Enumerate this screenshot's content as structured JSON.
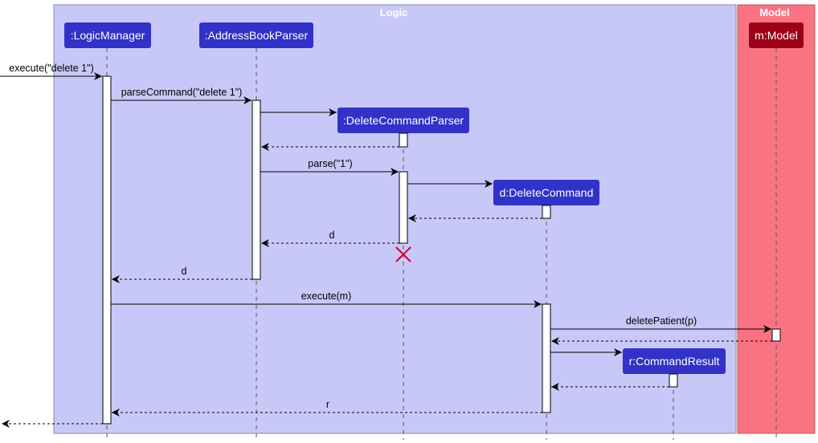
{
  "colors": {
    "logic_frame_fill": "#c8c8f8",
    "logic_frame_stroke": "#8a8aa0",
    "model_frame_fill": "#fa7382",
    "model_frame_stroke": "#b85a66",
    "participant_fill": "#3232c8",
    "model_participant_fill": "#9b0016",
    "destroy_mark": "#c80032",
    "line": "#000000"
  },
  "frames": {
    "logic": "Logic",
    "model": "Model"
  },
  "participants": {
    "logic_manager": ":LogicManager",
    "address_book_parser": ":AddressBookParser",
    "delete_command_parser": ":DeleteCommandParser",
    "delete_command": "d:DeleteCommand",
    "command_result": "r:CommandResult",
    "model": "m:Model"
  },
  "messages": {
    "m1": "execute(\"delete 1\")",
    "m2": "parseCommand(\"delete 1\")",
    "m3": "",
    "m4": "",
    "m5": "parse(\"1\")",
    "m6": "",
    "m7": "",
    "m8": "d",
    "m9": "d",
    "m10": "execute(m)",
    "m11": "deletePatient(p)",
    "m12": "",
    "m13": "",
    "m14": "",
    "m15": "r",
    "m16": ""
  }
}
